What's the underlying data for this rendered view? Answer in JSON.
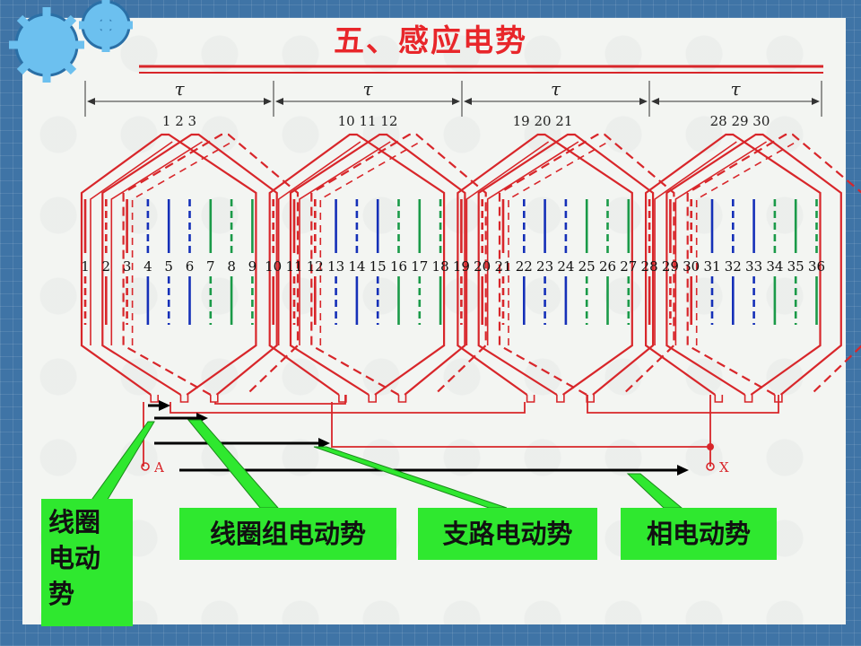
{
  "title": "五、感应电势",
  "tau_label": "τ",
  "top_slot_groups": [
    "1 2 3",
    "10 11 12",
    "19 20 21",
    "28 29 30"
  ],
  "slot_numbers": [
    "1",
    "2",
    "3",
    "4",
    "5",
    "6",
    "7",
    "8",
    "9",
    "10",
    "11",
    "12",
    "13",
    "14",
    "15",
    "16",
    "17",
    "18",
    "19",
    "20",
    "21",
    "22",
    "23",
    "24",
    "25",
    "26",
    "27",
    "28",
    "29",
    "30",
    "31",
    "32",
    "33",
    "34",
    "35",
    "36"
  ],
  "terminal_a": "A",
  "terminal_x": "X",
  "labels": {
    "coil_emf": "线圈电动势",
    "coil_group_emf": "线圈组电动势",
    "branch_emf": "支路电动势",
    "phase_emf": "相电动势"
  },
  "colors": {
    "red": "#d8262a",
    "blue": "#1530b8",
    "green": "#1a9a48",
    "label_bg": "#2fe82f"
  }
}
